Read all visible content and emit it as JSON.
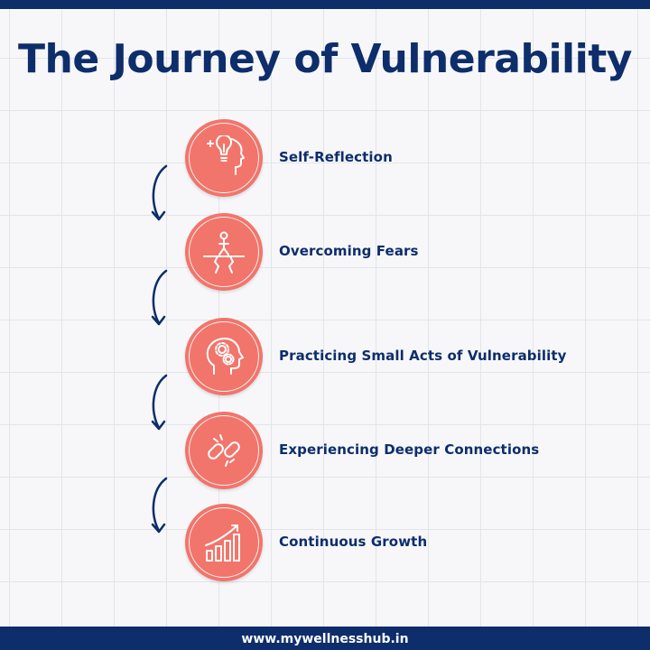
{
  "title": "The Journey of Vulnerability",
  "steps": [
    {
      "label": "Self-Reflection",
      "icon": "lightbulb-head-icon"
    },
    {
      "label": "Overcoming Fears",
      "icon": "person-bridge-icon"
    },
    {
      "label": "Practicing Small Acts of Vulnerability",
      "icon": "head-gears-icon"
    },
    {
      "label": "Experiencing Deeper Connections",
      "icon": "broken-chain-icon"
    },
    {
      "label": "Continuous Growth",
      "icon": "growth-chart-icon"
    }
  ],
  "footer": {
    "url": "www.mywellnesshub.in"
  },
  "colors": {
    "navy": "#0d2d6b",
    "coral": "#f1756b",
    "background": "#f7f7f9"
  }
}
